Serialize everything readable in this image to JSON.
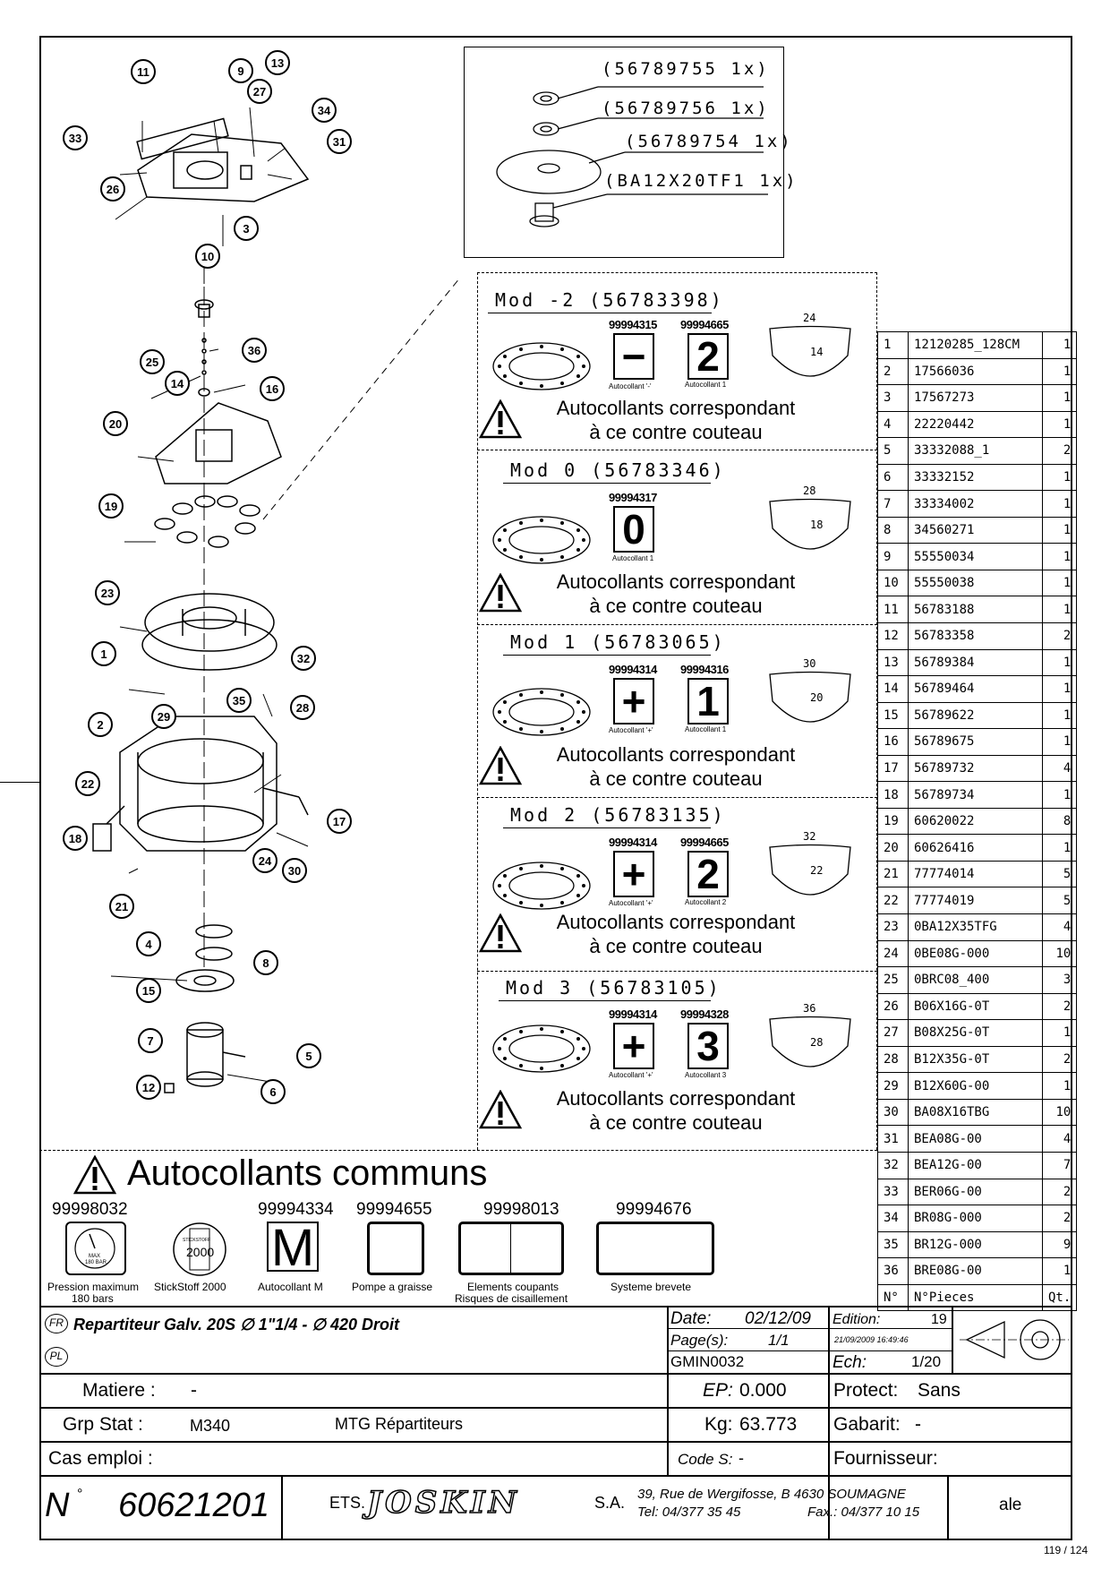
{
  "inset": {
    "labels": [
      "(56789755 1x)",
      "(56789756 1x)",
      "(56789754 1x)",
      "(BA12X20TF1 1x)"
    ]
  },
  "callouts": [
    "11",
    "9",
    "13",
    "27",
    "34",
    "33",
    "31",
    "26",
    "3",
    "10",
    "36",
    "25",
    "14",
    "16",
    "20",
    "19",
    "23",
    "1",
    "32",
    "35",
    "2",
    "29",
    "28",
    "22",
    "17",
    "18",
    "24",
    "30",
    "21",
    "4",
    "8",
    "15",
    "7",
    "5",
    "12",
    "6"
  ],
  "mods": [
    {
      "title": "Mod -2 (56783398)",
      "codes": [
        "99994315",
        "99994665"
      ],
      "stickers": [
        "−",
        "2"
      ],
      "captions": [
        "Autocollant '-'",
        "Autocollant 1"
      ],
      "dims": [
        "24",
        "14"
      ]
    },
    {
      "title": "Mod 0 (56783346)",
      "codes": [
        "99994317"
      ],
      "stickers": [
        "0"
      ],
      "captions": [
        "Autocollant 1"
      ],
      "dims": [
        "28",
        "18"
      ]
    },
    {
      "title": "Mod 1 (56783065)",
      "codes": [
        "99994314",
        "99994316"
      ],
      "stickers": [
        "+",
        "1"
      ],
      "captions": [
        "Autocollant '+'",
        "Autocollant 1"
      ],
      "dims": [
        "30",
        "20"
      ]
    },
    {
      "title": "Mod 2 (56783135)",
      "codes": [
        "99994314",
        "99994665"
      ],
      "stickers": [
        "+",
        "2"
      ],
      "captions": [
        "Autocollant '+'",
        "Autocollant 2"
      ],
      "dims": [
        "32",
        "22"
      ]
    },
    {
      "title": "Mod 3 (56783105)",
      "codes": [
        "99994314",
        "99994328"
      ],
      "stickers": [
        "+",
        "3"
      ],
      "captions": [
        "Autocollant '+'",
        "Autocollant 3"
      ],
      "dims": [
        "36",
        "28"
      ]
    }
  ],
  "warning_line1": "Autocollants correspondant",
  "warning_line2": "à ce contre couteau",
  "parts": [
    [
      "1",
      "12120285_128CM",
      "1"
    ],
    [
      "2",
      "17566036",
      "1"
    ],
    [
      "3",
      "17567273",
      "1"
    ],
    [
      "4",
      "22220442",
      "1"
    ],
    [
      "5",
      "33332088_1",
      "2"
    ],
    [
      "6",
      "33332152",
      "1"
    ],
    [
      "7",
      "33334002",
      "1"
    ],
    [
      "8",
      "34560271",
      "1"
    ],
    [
      "9",
      "55550034",
      "1"
    ],
    [
      "10",
      "55550038",
      "1"
    ],
    [
      "11",
      "56783188",
      "1"
    ],
    [
      "12",
      "56783358",
      "2"
    ],
    [
      "13",
      "56789384",
      "1"
    ],
    [
      "14",
      "56789464",
      "1"
    ],
    [
      "15",
      "56789622",
      "1"
    ],
    [
      "16",
      "56789675",
      "1"
    ],
    [
      "17",
      "56789732",
      "4"
    ],
    [
      "18",
      "56789734",
      "1"
    ],
    [
      "19",
      "60620022",
      "8"
    ],
    [
      "20",
      "60626416",
      "1"
    ],
    [
      "21",
      "77774014",
      "5"
    ],
    [
      "22",
      "77774019",
      "5"
    ],
    [
      "23",
      "0BA12X35TFG",
      "4"
    ],
    [
      "24",
      "0BE08G-000",
      "10"
    ],
    [
      "25",
      "0BRC08_400",
      "3"
    ],
    [
      "26",
      "B06X16G-0T",
      "2"
    ],
    [
      "27",
      "B08X25G-0T",
      "1"
    ],
    [
      "28",
      "B12X35G-0T",
      "2"
    ],
    [
      "29",
      "B12X60G-00",
      "1"
    ],
    [
      "30",
      "BA08X16TBG",
      "10"
    ],
    [
      "31",
      "BEA08G-00",
      "4"
    ],
    [
      "32",
      "BEA12G-00",
      "7"
    ],
    [
      "33",
      "BER06G-00",
      "2"
    ],
    [
      "34",
      "BR08G-000",
      "2"
    ],
    [
      "35",
      "BR12G-000",
      "9"
    ],
    [
      "36",
      "BRE08G-00",
      "1"
    ],
    [
      "N°",
      "N°Pieces",
      "Qt."
    ]
  ],
  "common": {
    "title": "Autocollants communs",
    "codes": [
      "99998032",
      "99994334",
      "99994655",
      "99998013",
      "99994676"
    ],
    "gauge_text": [
      "MAX",
      "180 BAR"
    ],
    "stickstoff_text": [
      "STICKSTOFF",
      "2000"
    ],
    "m_letter": "M",
    "captions": [
      "Pression maximum",
      "180 bars",
      "StickStoff 2000",
      "Autocollant M",
      "Pompe a graisse",
      "Elements coupants",
      "Risques de cisaillement",
      "Systeme brevete"
    ]
  },
  "titleblock": {
    "fr_label": "FR",
    "pl_label": "PL",
    "description": "Repartiteur Galv. 20S ∅ 1\"1/4 - ∅ 420 Droit",
    "date_label": "Date:",
    "date_value": "02/12/09",
    "page_label": "Page(s):",
    "page_value": "1/1",
    "gmin": "GMIN0032",
    "edition_label": "Edition:",
    "edition_value": "19",
    "edition_stamp": "21/09/2009 16:49:46",
    "ech_label": "Ech:",
    "ech_value": "1/20",
    "matiere_label": "Matiere :",
    "matiere_value": "-",
    "ep_label": "EP:",
    "ep_value": "0.000",
    "protect_label": "Protect:",
    "protect_value": "Sans",
    "grp_label": "Grp Stat :",
    "grp_value": "M340",
    "grp_desc": "MTG Répartiteurs",
    "kg_label": "Kg:",
    "kg_value": "63.773",
    "gabarit_label": "Gabarit:",
    "gabarit_value": "-",
    "cas_label": "Cas emploi :",
    "codes_label": "Code S:",
    "codes_value": "-",
    "fournisseur_label": "Fournisseur:",
    "n_label": "N",
    "n_sup": "°",
    "number": "60621201",
    "ets": "ETS.",
    "brand": "JOSKIN",
    "sa": "S.A.",
    "address": "39, Rue de Wergifosse, B 4630 SOUMAGNE",
    "tel": "Tel: 04/377 35 45",
    "fax": "Fax.: 04/377 10 15",
    "ale": "ale"
  },
  "footer_page": "119 / 124"
}
